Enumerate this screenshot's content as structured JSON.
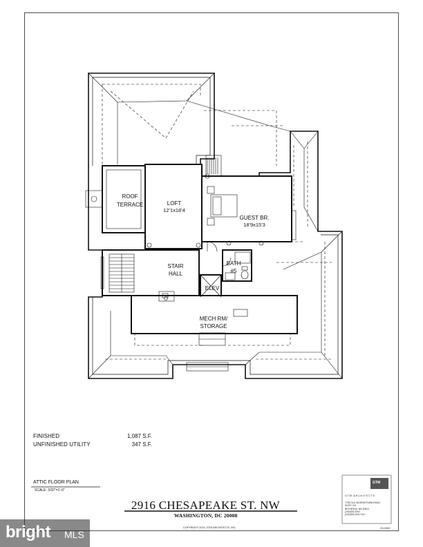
{
  "plan": {
    "rooms": {
      "roof_terrace_line1": "ROOF",
      "roof_terrace_line2": "TERRACE",
      "loft": "LOFT",
      "loft_dim": "12'1x18'4",
      "guest_br": "GUEST BR.",
      "guest_br_dim": "18'9x15'3",
      "stair_line1": "STAIR",
      "stair_line2": "HALL",
      "bath_line1": "BATH",
      "bath_line2": "#5",
      "elev": "ELEV",
      "mech_line1": "MECH RM/",
      "mech_line2": "STORAGE"
    }
  },
  "areas": {
    "finished_label": "FINISHED",
    "finished_value": "1,087 S.F.",
    "unfinished_label": "UNFINISHED UTILITY",
    "unfinished_value": "347 S.F."
  },
  "plan_title": "ATTIC FLOOR PLAN",
  "scale": "SCALE:  3/32\"=1'-0\"",
  "address": "2916 CHESAPEAKE ST. NW",
  "city": "WASHINGTON,  DC  20008",
  "copyright": "COPYRIGHT 2023, GTM ARCHITECTS, INC.",
  "sheet_no": "23.0032",
  "firm": {
    "logo_text": "GTM",
    "name": "GTM ARCHITECTS",
    "address_lines": [
      "7735 OLD GEORGETOWN ROAD",
      "SUITE 700",
      "BETHESDA, MD 20814",
      "(240)333-2000",
      "(240)333-2001 FAX"
    ]
  },
  "watermark": {
    "brand": "bright",
    "suffix": "MLS"
  }
}
